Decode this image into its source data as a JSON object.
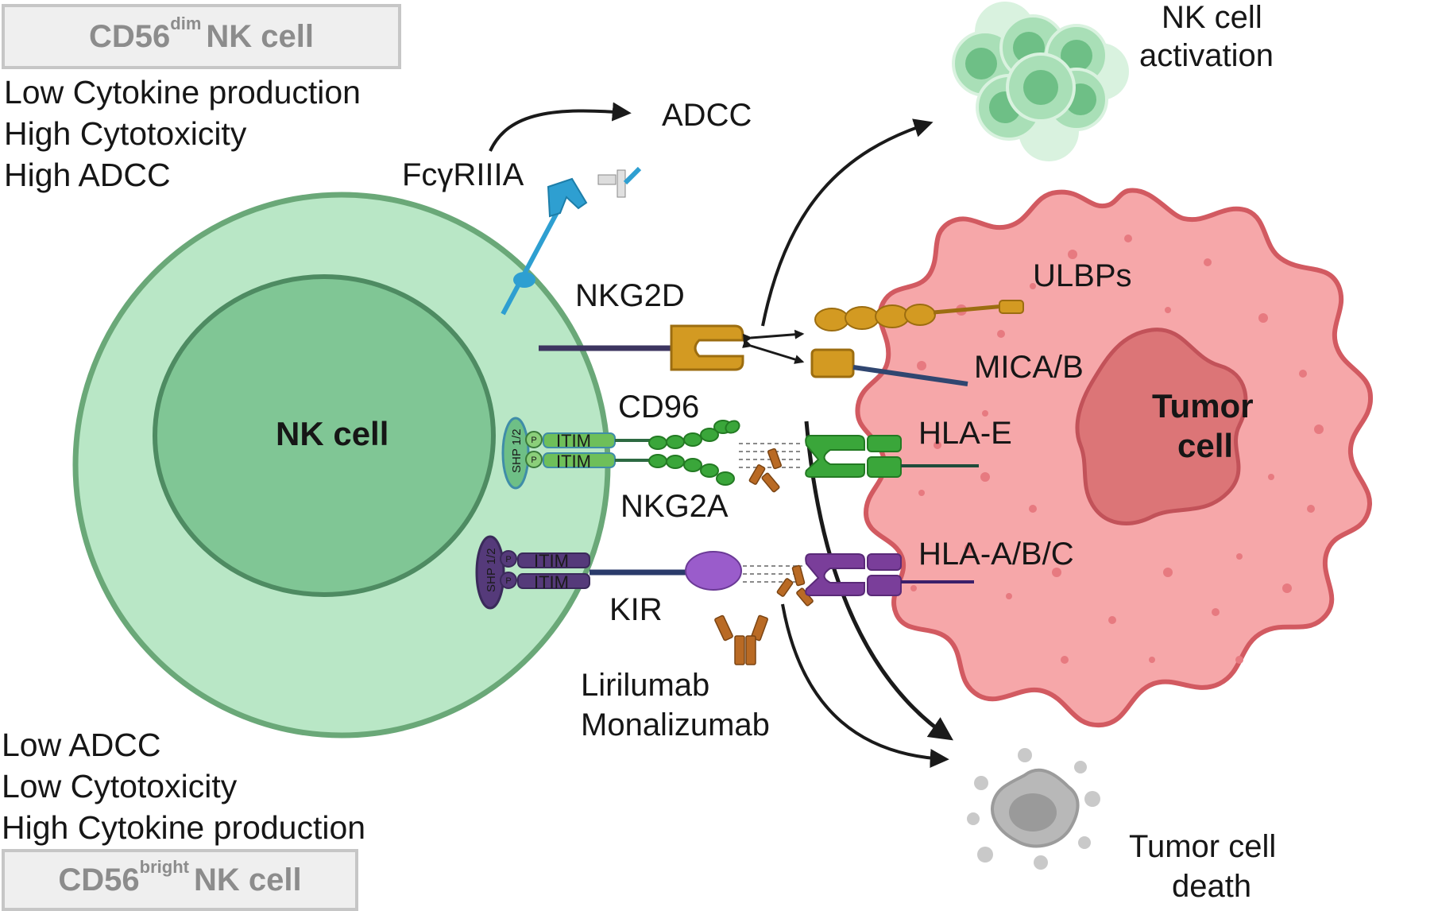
{
  "dim_box": {
    "prefix": "CD56",
    "sup": "dim",
    "suffix": "NK cell"
  },
  "bright_box": {
    "prefix": "CD56",
    "sup": "bright",
    "suffix": "NK cell"
  },
  "dim_traits": [
    "Low Cytokine production",
    "High Cytotoxicity",
    "High ADCC"
  ],
  "bright_traits": [
    "Low ADCC",
    "Low Cytotoxicity",
    "High Cytokine production"
  ],
  "nk_cell_label": "NK cell",
  "tumor_cell_label": [
    "Tumor",
    "cell"
  ],
  "receptors": {
    "fcgr": "FcγRIIIA",
    "nkg2d": "NKG2D",
    "cd96": "CD96",
    "nkg2a": "NKG2A",
    "kir": "KIR"
  },
  "ligands": {
    "ulbps": "ULBPs",
    "mica": "MICA/B",
    "hlae": "HLA-E",
    "hlaabc": "HLA-A/B/C"
  },
  "motifs": {
    "itim": "ITIM",
    "shp": "SHP 1/2",
    "p": "P"
  },
  "adcc": "ADCC",
  "drugs": [
    "Lirilumab",
    "Monalizumab"
  ],
  "outcomes": {
    "activation": [
      "NK cell",
      "activation"
    ],
    "death": [
      "Tumor cell",
      "death"
    ]
  },
  "colors": {
    "nk_outer": "#b9e7c6",
    "nk_outer_border": "#6aa878",
    "nk_nucleus": "#80c695",
    "nk_nucleus_border": "#4e8b62",
    "tumor": "#f6a7a9",
    "tumor_border": "#d25a61",
    "tumor_nucleus": "#dc7577",
    "tumor_nucleus_border": "#c25259",
    "nkg2d_gold": "#d39a22",
    "hla_e_green": "#3aa63a",
    "kir_purple": "#7a3e9a",
    "fcgr_blue": "#2e9fd1",
    "antibody_brown": "#b96a24"
  }
}
